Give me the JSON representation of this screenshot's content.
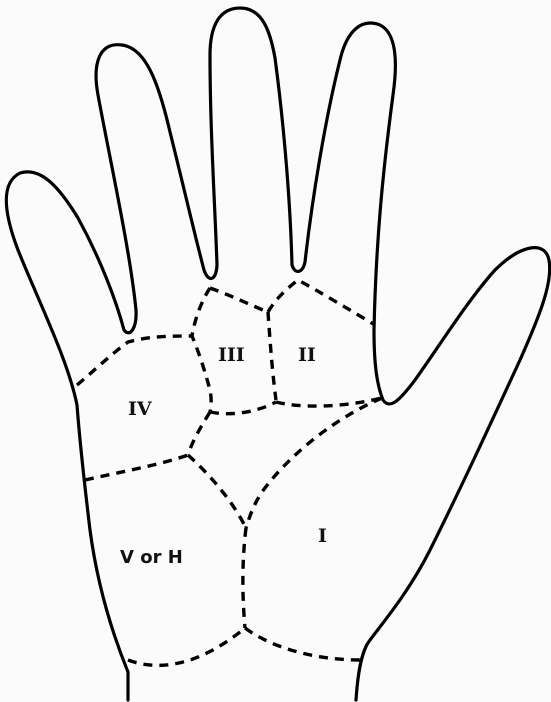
{
  "diagram": {
    "regions": [
      {
        "id": "I",
        "label": "I"
      },
      {
        "id": "II",
        "label": "II"
      },
      {
        "id": "III",
        "label": "III"
      },
      {
        "id": "IV",
        "label": "IV"
      },
      {
        "id": "V",
        "label": "V or H"
      }
    ],
    "colors": {
      "line": "#000000",
      "background": "#fbfbfb"
    }
  }
}
